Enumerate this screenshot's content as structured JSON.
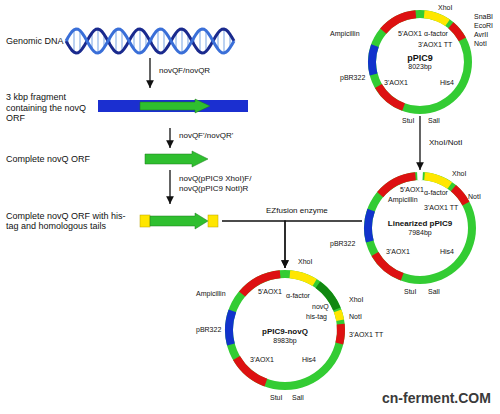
{
  "diagram": {
    "nodes": [
      {
        "text": [
          "Genomic DNA"
        ]
      },
      {
        "text": [
          "3 kbp fragment containing the novQ ORF"
        ]
      },
      {
        "text": [
          "Complete novQ ORF"
        ]
      },
      {
        "text": [
          "Complete novQ ORF with his-tag and homologous tails"
        ]
      },
      {
        "text": [
          "pPIC9",
          "8023bp"
        ]
      },
      {
        "text": [
          "Linearized pPIC9",
          "7984bp"
        ]
      },
      {
        "text": [
          "pPIC9-novQ",
          "8983bp"
        ]
      }
    ],
    "edges": [
      {
        "from": 0,
        "to": 1,
        "arrow": "to",
        "label": "novQF/novQR"
      },
      {
        "from": 1,
        "to": 2,
        "arrow": "to",
        "label": "novQF'/novQR'"
      },
      {
        "from": 2,
        "to": 3,
        "arrow": "to",
        "label": "novQ(pPIC9 XhoI)F/ novQ(pPIC9 NotI)R"
      },
      {
        "from": 4,
        "to": 5,
        "arrow": "to",
        "label": "XhoI/NotI"
      },
      {
        "from": 3,
        "to": 6,
        "arrow": "to",
        "label": "EZfusion enzyme"
      },
      {
        "from": 5,
        "to": 6,
        "arrow": "to"
      }
    ],
    "labels": [
      "5'AOX1",
      "XhoI",
      "SnaBI",
      "EcoRI",
      "AvrII",
      "NotI",
      "α-factor",
      "3'AOX1 TT",
      "Ampicillin",
      "pBR322",
      "3'AOX1",
      "His4",
      "StuI",
      "SalI",
      "Ampicillin",
      "5'AOX1",
      "XhoI",
      "α-factor",
      "NotI",
      "3'AOX1 TT",
      "pBR322",
      "3'AOX1",
      "His4",
      "StuI",
      "SalI",
      "5'AOX1",
      "XhoI",
      "Ampicillin",
      "α-factor",
      "XhoI",
      "novQ",
      "his-tag",
      "NotI",
      "pBR322",
      "3'AOX1 TT",
      "3'AOX1",
      "His4",
      "StuI",
      "SalI",
      "cn-ferment.COM"
    ]
  }
}
